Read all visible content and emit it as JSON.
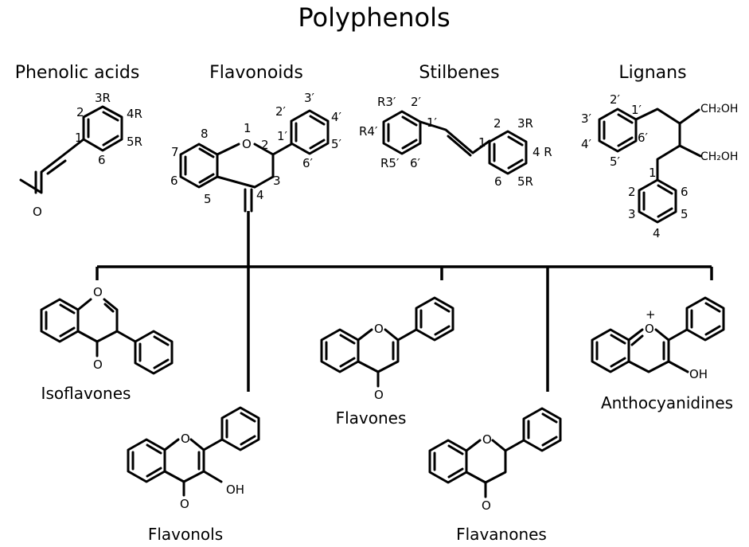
{
  "title": "Polyphenols",
  "categories": [
    "Phenolic acids",
    "Flavonoids",
    "Stilbenes",
    "Lignans"
  ],
  "subclasses": [
    "Isoflavones",
    "Flavonols",
    "Flavones",
    "Flavanones",
    "Anthocyanidines"
  ],
  "atoms": {
    "phenolic": {
      "pos1": "1",
      "pos2": "2",
      "pos3": "3R",
      "pos4": "4R",
      "pos5": "5R",
      "pos6": "6",
      "oxo": "O"
    },
    "flavonoid": {
      "pos1": "1",
      "o": "O",
      "pos2": "2",
      "pos3": "3",
      "pos4": "4",
      "pos5": "5",
      "pos6": "6",
      "pos7": "7",
      "pos8": "8",
      "p1": "1′",
      "p2": "2′",
      "p3": "3′",
      "p4": "4′",
      "p5": "5′",
      "p6": "6′"
    },
    "stilbene": {
      "r3": "R3′",
      "p2": "2′",
      "r4": "R4′",
      "p1": "1′",
      "r5": "R5′",
      "p6": "6′",
      "s1": "1",
      "s2": "2",
      "s3": "3R",
      "s4": "4 R",
      "s5": "5R",
      "s6": "6"
    },
    "lignan": {
      "p2": "2′",
      "p1": "1′",
      "p3": "3′",
      "p4": "4′",
      "p6": "6′",
      "p5": "5′",
      "ch2oh1": "CH₂OH",
      "ch2oh2": "CH₂OH",
      "s1": "1",
      "s2": "2",
      "s3": "3",
      "s4": "4",
      "s5": "5",
      "s6": "6"
    },
    "isoflavone": {
      "o": "O",
      "oxo": "O"
    },
    "flavonol": {
      "o": "O",
      "oxo": "O",
      "oh": "OH"
    },
    "flavone": {
      "o": "O",
      "oxo": "O"
    },
    "flavanone": {
      "o": "O",
      "oxo": "O"
    },
    "anthocyanidine": {
      "charge": "+",
      "o": "O",
      "oh": "OH"
    }
  }
}
